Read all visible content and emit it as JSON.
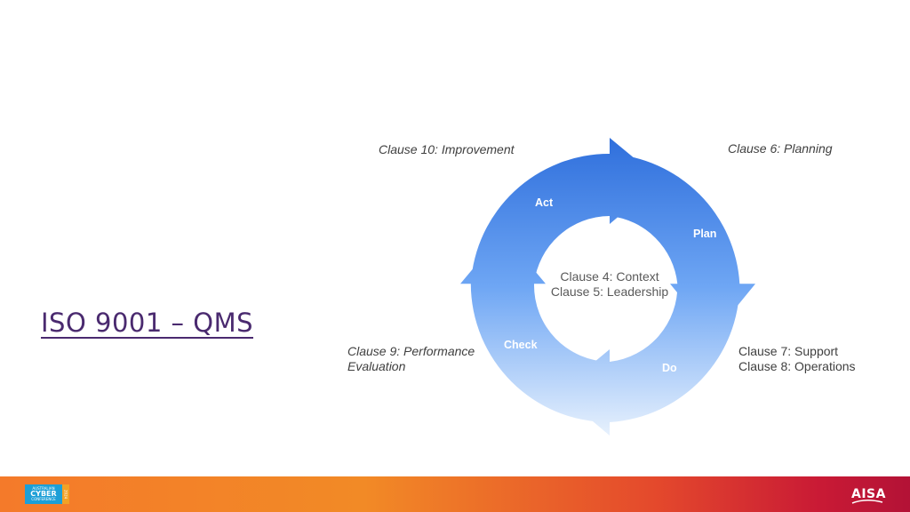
{
  "slide": {
    "title": "ISO 9001 – QMS"
  },
  "diagram": {
    "phases": {
      "act": "Act",
      "plan": "Plan",
      "do": "Do",
      "check": "Check"
    },
    "center": {
      "line1": "Clause 4: Context",
      "line2": "Clause 5: Leadership"
    },
    "labels": {
      "improvement": "Clause 10: Improvement",
      "planning": "Clause 6: Planning",
      "support": "Clause 7: Support",
      "operations": "Clause 8: Operations",
      "performance_line1": "Clause 9: Performance",
      "performance_line2": "Evaluation"
    },
    "colors": {
      "top": "#2f6fdc",
      "mid": "#6ea6f4",
      "bottom": "#e7f1fd"
    }
  },
  "footer": {
    "conference_logo": {
      "line1": "AUSTRALIAN",
      "line2": "CYBER",
      "line3": "CONFERENCE",
      "year": "2024"
    },
    "aisa_logo": "AISA"
  }
}
